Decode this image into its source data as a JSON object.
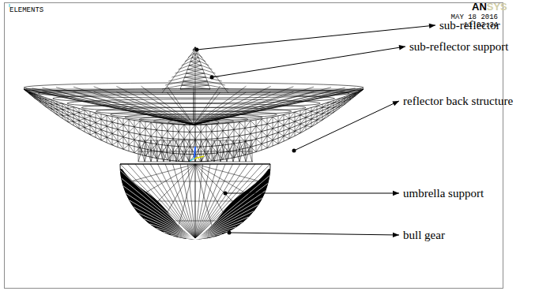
{
  "diagram": {
    "labels": [
      "ELEMENTS",
      "AN",
      "SYS",
      "MAY 18 2016",
      "11:03:34",
      "sub-reflector",
      "sub-reflector support",
      "reflector back structure",
      "umbrella support",
      "bull gear"
    ]
  }
}
